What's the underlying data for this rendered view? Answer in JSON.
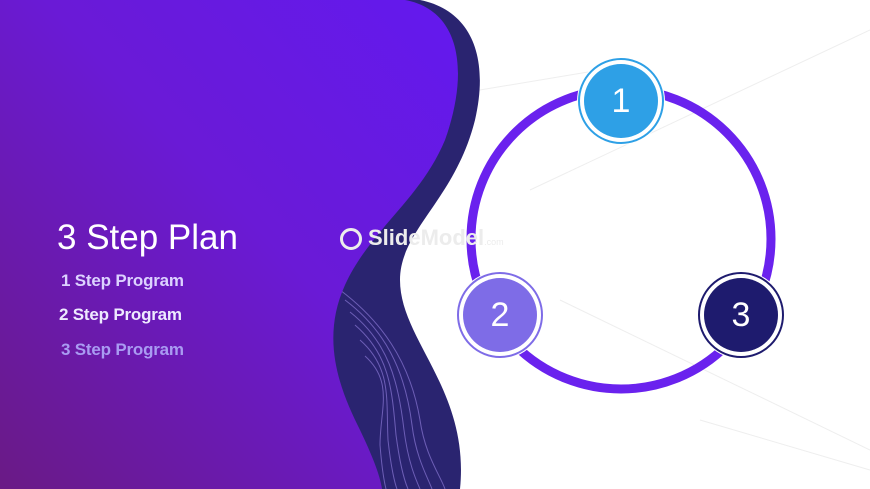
{
  "slide": {
    "title": "3 Step Plan",
    "steps": [
      {
        "label": "1 Step Program",
        "color": "#dcd2ff"
      },
      {
        "label": "2 Step Program",
        "color": "#eeeaff"
      },
      {
        "label": "3 Step Program",
        "color": "#a99bf2"
      }
    ],
    "watermark": {
      "brand": "SlideModel",
      "suffix": ".com"
    }
  },
  "cycle": {
    "ring_color": "#6a22ee",
    "nodes": [
      {
        "number": "1",
        "color": "#2ea0e6"
      },
      {
        "number": "2",
        "color": "#7e6ce7"
      },
      {
        "number": "3",
        "color": "#1e1b6e"
      }
    ]
  },
  "colors": {
    "gradient_start": "#6a1a85",
    "gradient_end": "#6319ef",
    "wave_dark": "#2a2470"
  }
}
